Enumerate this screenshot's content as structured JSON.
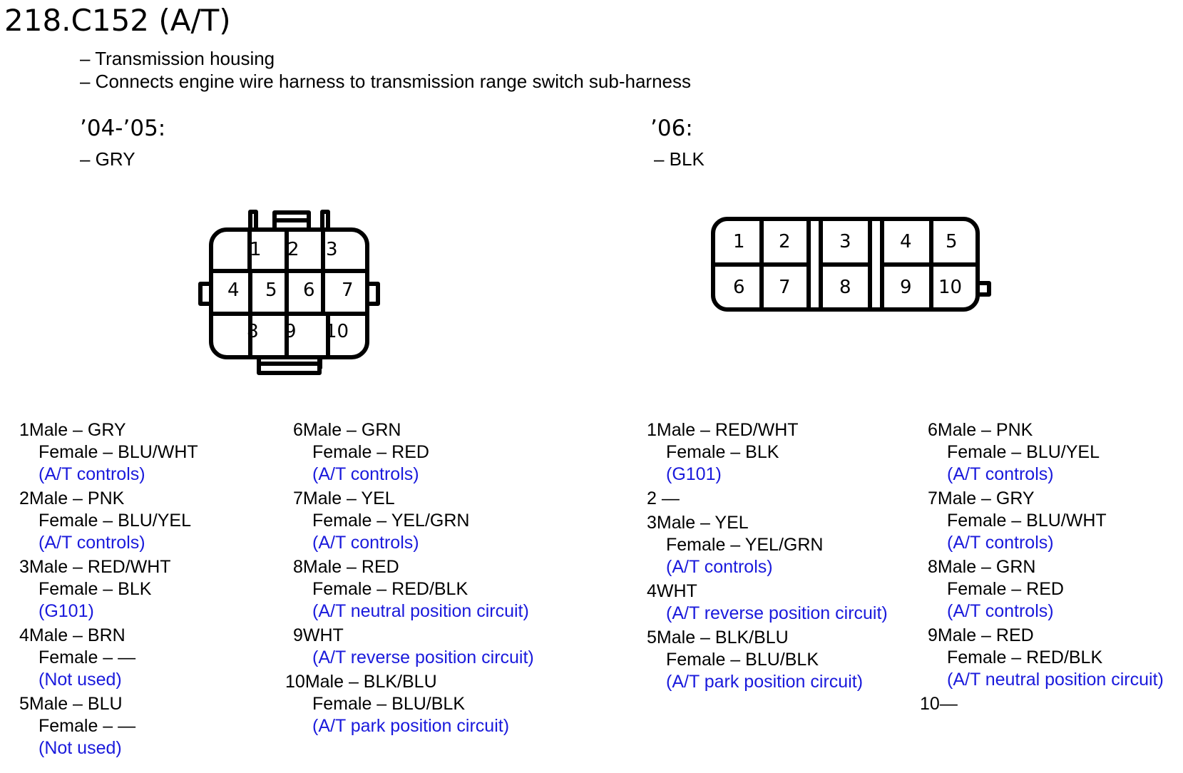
{
  "title": "218.C152 (A/T)",
  "description": [
    "– Transmission housing",
    "– Connects engine wire harness to transmission range switch sub-harness"
  ],
  "circuit_color": "#1a1adc",
  "connectors": [
    {
      "year": "’04-’05:",
      "color": "– GRY",
      "pins": [
        "1",
        "2",
        "3",
        "4",
        "5",
        "6",
        "7",
        "8",
        "9",
        "10"
      ],
      "terminals": [
        {
          "num": "1",
          "male": "Male – GRY",
          "female": "Female – BLU/WHT",
          "circuit": "(A/T controls)"
        },
        {
          "num": "2",
          "male": "Male – PNK",
          "female": "Female – BLU/YEL",
          "circuit": "(A/T controls)"
        },
        {
          "num": "3",
          "male": "Male – RED/WHT",
          "female": "Female – BLK",
          "circuit": "(G101)"
        },
        {
          "num": "4",
          "male": "Male – BRN",
          "female": "Female – —",
          "circuit": "(Not used)"
        },
        {
          "num": "5",
          "male": "Male – BLU",
          "female": "Female – —",
          "circuit": "(Not used)"
        },
        {
          "num": "6",
          "male": "Male – GRN",
          "female": "Female – RED",
          "circuit": "(A/T controls)"
        },
        {
          "num": "7",
          "male": "Male – YEL",
          "female": "Female – YEL/GRN",
          "circuit": "(A/T controls)"
        },
        {
          "num": "8",
          "male": "Male – RED",
          "female": "Female – RED/BLK",
          "circuit": "(A/T neutral position circuit)"
        },
        {
          "num": "9",
          "male": "WHT",
          "female": null,
          "circuit": "(A/T reverse position circuit)"
        },
        {
          "num": "10",
          "male": "Male – BLK/BLU",
          "female": "Female – BLU/BLK",
          "circuit": "(A/T park position circuit)"
        }
      ]
    },
    {
      "year": "’06:",
      "color": "– BLK",
      "pins": [
        "1",
        "2",
        "3",
        "4",
        "5",
        "6",
        "7",
        "8",
        "9",
        "10"
      ],
      "terminals": [
        {
          "num": "1",
          "male": "Male – RED/WHT",
          "female": "Female – BLK",
          "circuit": "(G101)"
        },
        {
          "num": "2",
          "male": " —",
          "female": null,
          "circuit": null
        },
        {
          "num": "3",
          "male": "Male – YEL",
          "female": "Female – YEL/GRN",
          "circuit": "(A/T controls)"
        },
        {
          "num": "4",
          "male": "WHT",
          "female": null,
          "circuit": "(A/T reverse position circuit)"
        },
        {
          "num": "5",
          "male": "Male – BLK/BLU",
          "female": "Female – BLU/BLK",
          "circuit": "(A/T park position circuit)"
        },
        {
          "num": "6",
          "male": "Male – PNK",
          "female": "Female – BLU/YEL",
          "circuit": "(A/T controls)"
        },
        {
          "num": "7",
          "male": "Male – GRY",
          "female": "Female – BLU/WHT",
          "circuit": "(A/T controls)"
        },
        {
          "num": "8",
          "male": "Male – GRN",
          "female": "Female – RED",
          "circuit": "(A/T controls)"
        },
        {
          "num": "9",
          "male": "Male – RED",
          "female": "Female – RED/BLK",
          "circuit": "(A/T neutral position circuit)"
        },
        {
          "num": "10",
          "male": "—",
          "female": null,
          "circuit": null
        }
      ]
    }
  ]
}
